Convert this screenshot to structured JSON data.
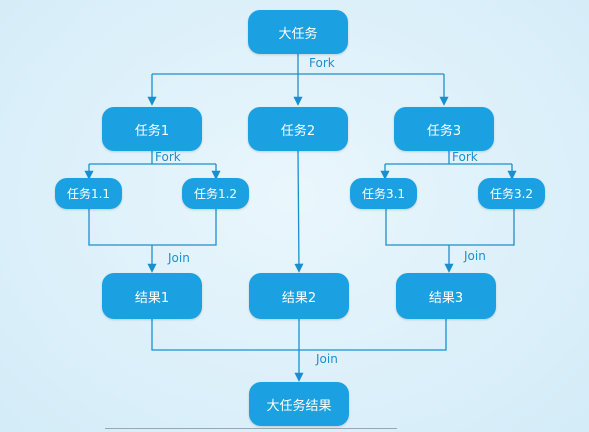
{
  "nodes": {
    "big_task": "大任务",
    "task1": "任务1",
    "task2": "任务2",
    "task3": "任务3",
    "task1_1": "任务1.1",
    "task1_2": "任务1.2",
    "task3_1": "任务3.1",
    "task3_2": "任务3.2",
    "result1": "结果1",
    "result2": "结果2",
    "result3": "结果3",
    "big_result": "大任务结果"
  },
  "labels": {
    "fork_top": "Fork",
    "fork_left": "Fork",
    "fork_right": "Fork",
    "join_left": "Join",
    "join_right": "Join",
    "join_bottom": "Join"
  },
  "colors": {
    "node_fill": "#1ba1e2",
    "connector": "#1a8fd0",
    "label": "#1b8fd0"
  }
}
